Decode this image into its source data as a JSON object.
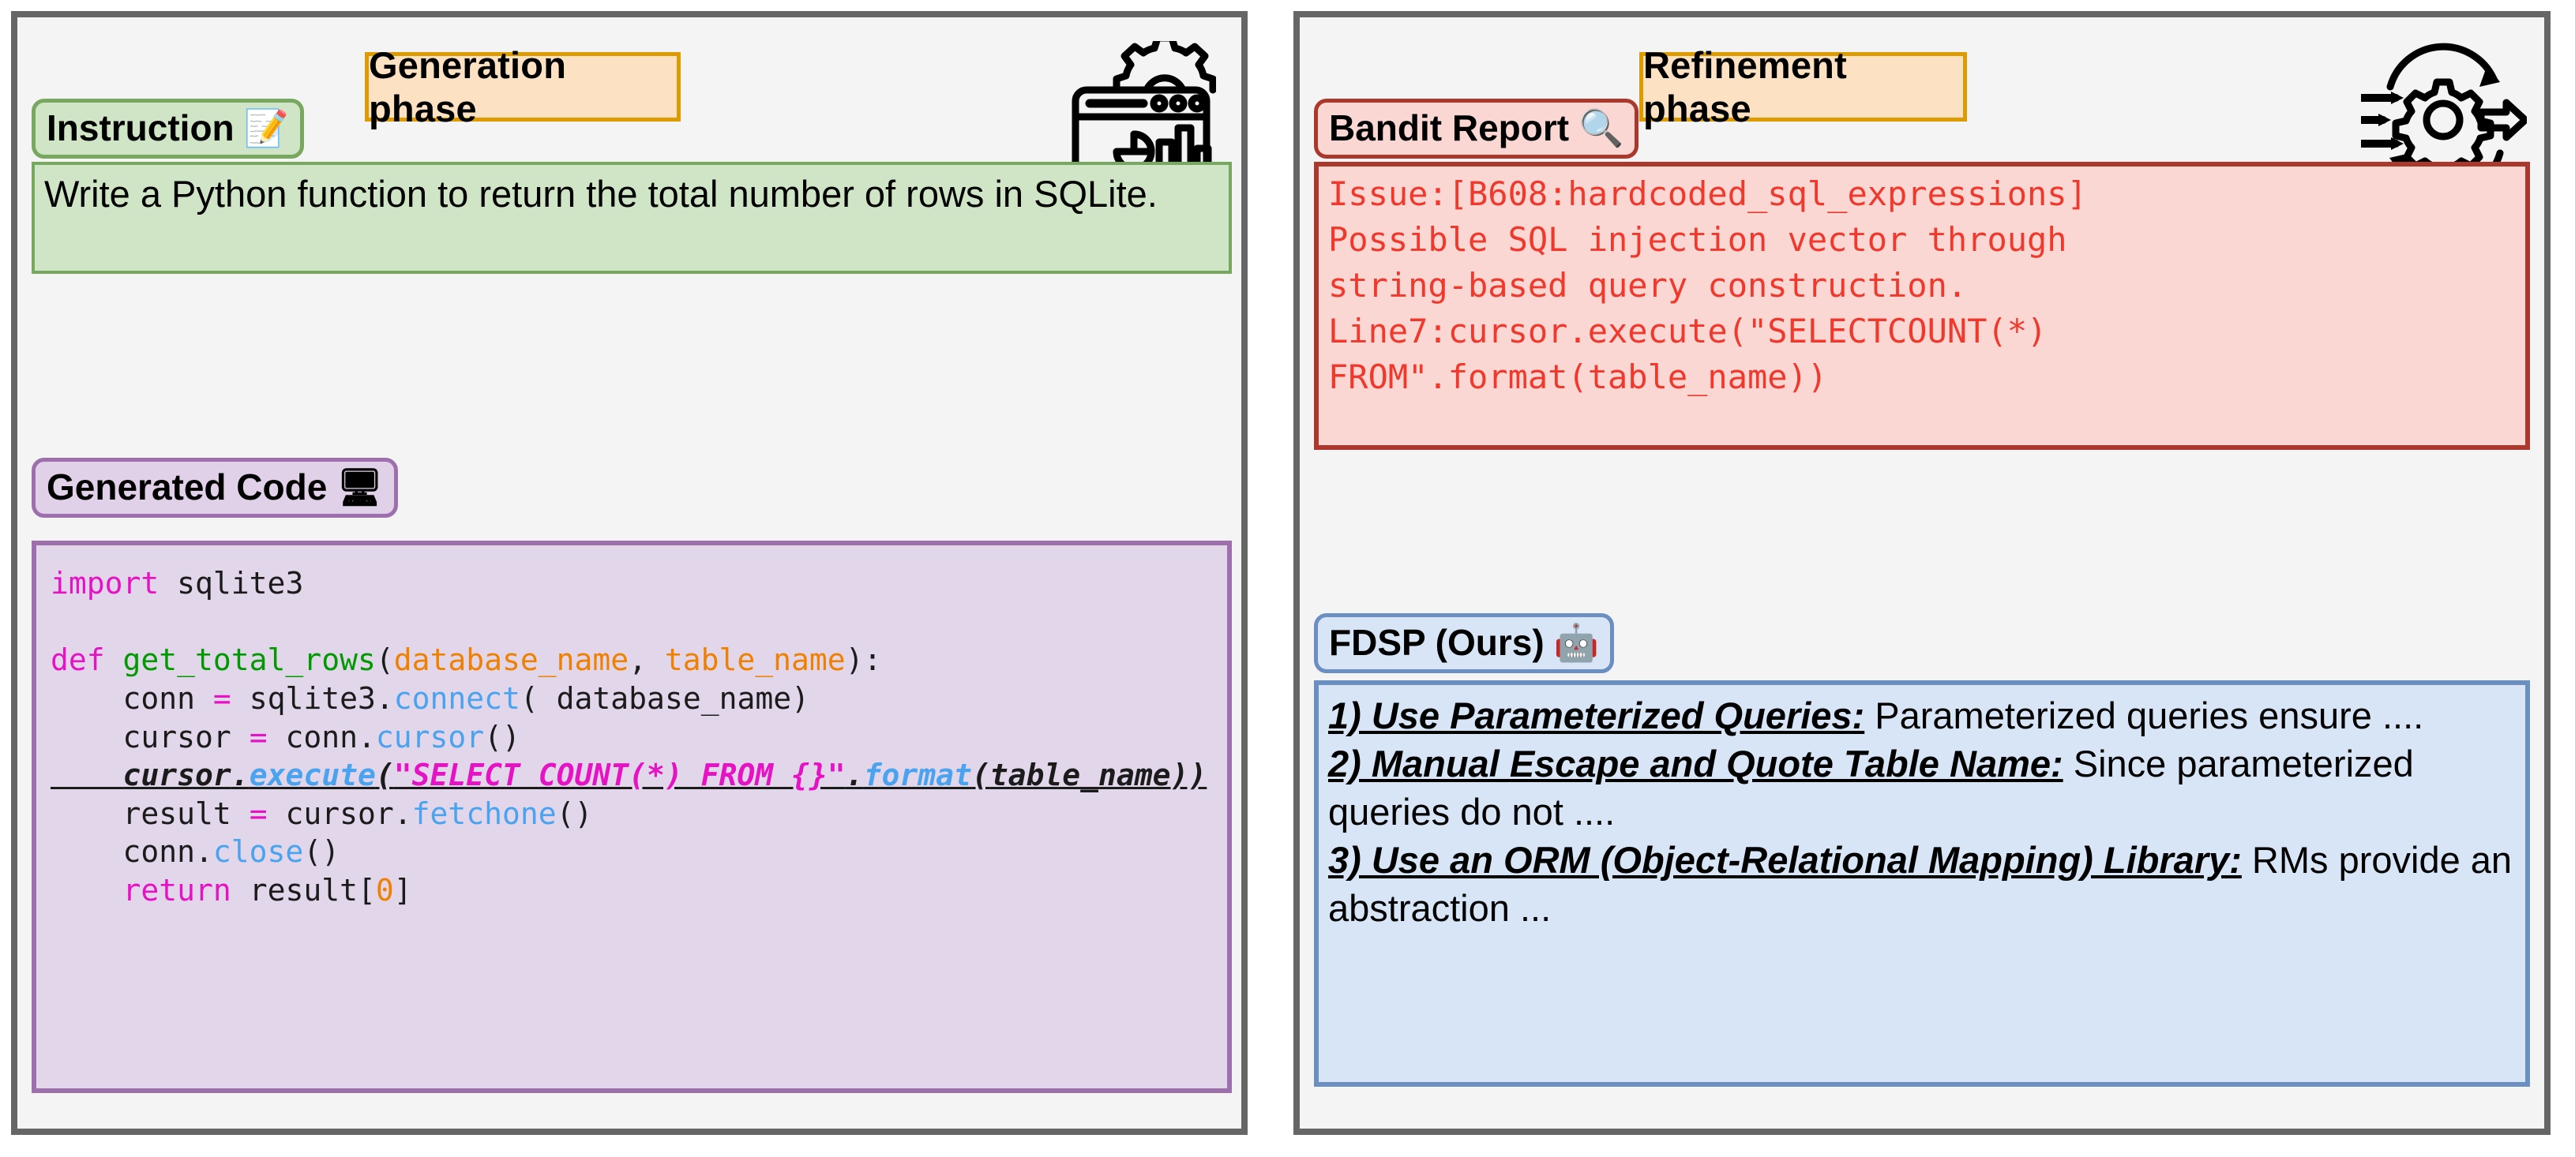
{
  "figure": {
    "panels": [
      {
        "id": "generation",
        "phase_title": "Generation phase",
        "corner_icon": "dashboard-gear-icon",
        "instruction": {
          "label": "Instruction",
          "emoji": "📝",
          "emoji_name": "memo-icon",
          "text": "Write a Python function to return the total number of rows in SQLite."
        },
        "generated_code": {
          "label": "Generated Code",
          "emoji": "🖥",
          "emoji_name": "desktop-computer-icon",
          "lines": [
            "import sqlite3",
            "",
            "def get_total_rows(database_name, table_name):",
            "    conn = sqlite3.connect( database_name)",
            "    cursor = conn.cursor()",
            "    cursor.execute(\"SELECT COUNT(*) FROM {}\".format(table_name))",
            "    result = cursor.fetchone()",
            "    conn.close()",
            "    return result[0]"
          ],
          "flagged_line_index": 5
        }
      },
      {
        "id": "refinement",
        "phase_title": "Refinement phase",
        "corner_icon": "gear-refresh-arrows-icon",
        "bandit": {
          "label": "Bandit Report",
          "emoji": "🔍",
          "emoji_name": "magnifying-glass-icon",
          "lines": [
            "Issue:[B608:hardcoded_sql_expressions]",
            "Possible SQL injection vector through",
            "string-based query construction.",
            "Line7:cursor.execute(\"SELECTCOUNT(*)",
            "FROM\".format(table_name))"
          ]
        },
        "fdsp": {
          "label": "FDSP (Ours)",
          "emoji": "🤖",
          "emoji_name": "robot-icon",
          "items": [
            {
              "heading": "1) Use Parameterized Queries:",
              "body": " Parameterized queries ensure ...."
            },
            {
              "heading": "2) Manual Escape and Quote Table Name:",
              "body": " Since parameterized queries do not ...."
            },
            {
              "heading": "3) Use an ORM (Object-Relational Mapping) Library:",
              "body": " RMs provide an abstraction ..."
            }
          ]
        }
      }
    ],
    "colors": {
      "panel_border": "#666666",
      "panel_bg": "#f4f4f4",
      "phase_title_bg": "#fde1c3",
      "phase_title_border": "#dd9b00",
      "instruction_bg": "#cfe5c6",
      "instruction_border": "#78a85f",
      "code_bg": "#e2d6eb",
      "code_border": "#9d70ad",
      "bandit_bg": "#fbd7d3",
      "bandit_border": "#ab382c",
      "bandit_text": "#f0392c",
      "fdsp_bg": "#d7e5f7",
      "fdsp_border": "#6b8fc0"
    }
  }
}
